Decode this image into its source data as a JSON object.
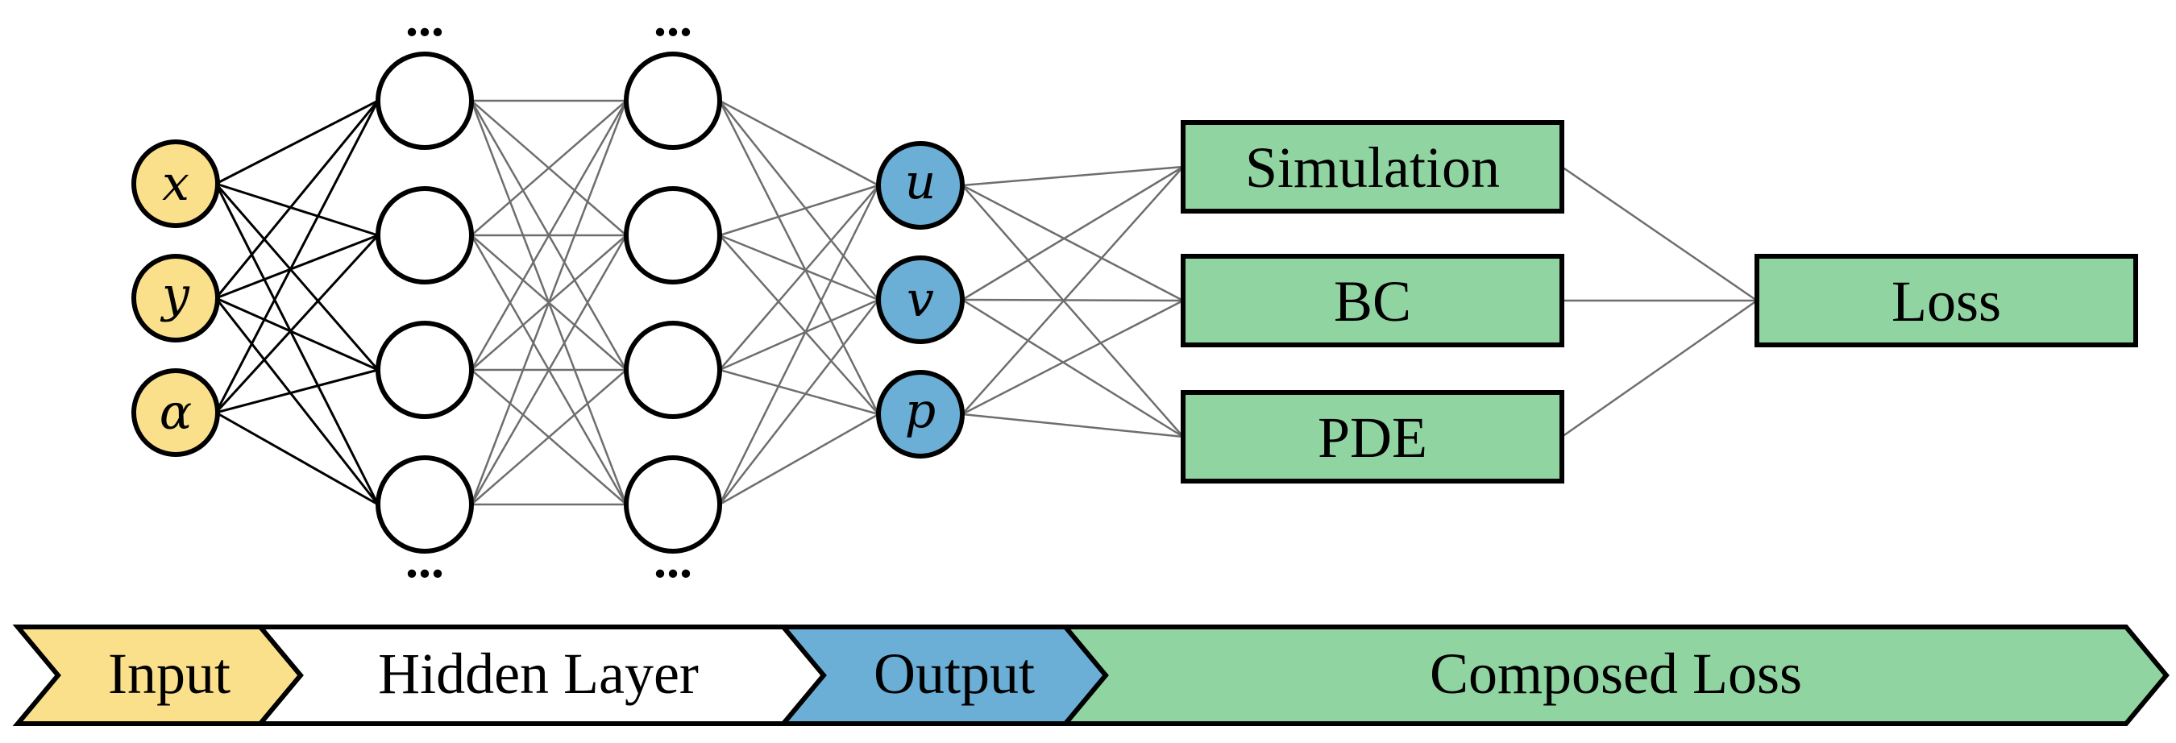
{
  "inputs": [
    {
      "id": "x",
      "label": "x"
    },
    {
      "id": "y",
      "label": "y"
    },
    {
      "id": "alpha",
      "label": "α"
    }
  ],
  "outputs": [
    {
      "id": "u",
      "label": "u"
    },
    {
      "id": "v",
      "label": "v"
    },
    {
      "id": "p",
      "label": "p"
    }
  ],
  "ellipsis": "...",
  "losses": [
    {
      "id": "simulation",
      "label": "Simulation"
    },
    {
      "id": "bc",
      "label": "BC"
    },
    {
      "id": "pde",
      "label": "PDE"
    }
  ],
  "total_loss": {
    "label": "Loss"
  },
  "legend": [
    {
      "id": "input",
      "label": "Input",
      "color": "#FBE08C"
    },
    {
      "id": "hidden",
      "label": "Hidden Layer",
      "color": "#FFFFFF"
    },
    {
      "id": "output",
      "label": "Output",
      "color": "#6BAED6"
    },
    {
      "id": "composed",
      "label": "Composed Loss",
      "color": "#90D4A1"
    }
  ],
  "colors": {
    "input": "#FBE08C",
    "hidden": "#FFFFFF",
    "output": "#6BAED6",
    "loss": "#90D4A1"
  }
}
